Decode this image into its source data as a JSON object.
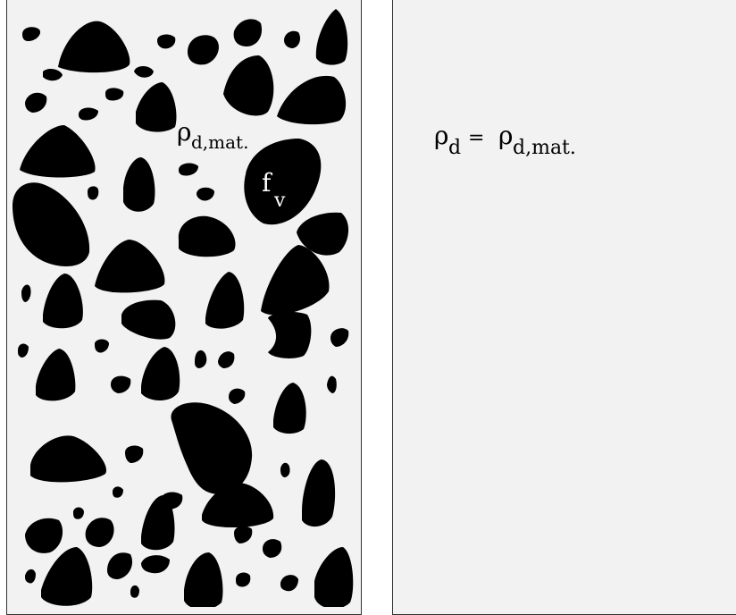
{
  "left": {
    "density_symbol": "ρ",
    "density_sub": "d,mat.",
    "fraction_symbol": "f",
    "fraction_sub": "v"
  },
  "right": {
    "lhs_symbol": "ρ",
    "lhs_sub": "d",
    "equals": "=",
    "rhs_symbol": "ρ",
    "rhs_sub": "d,mat."
  },
  "colors": {
    "panel_bg": "#f2f2f2",
    "particle": "#000000",
    "border": "#333333"
  }
}
